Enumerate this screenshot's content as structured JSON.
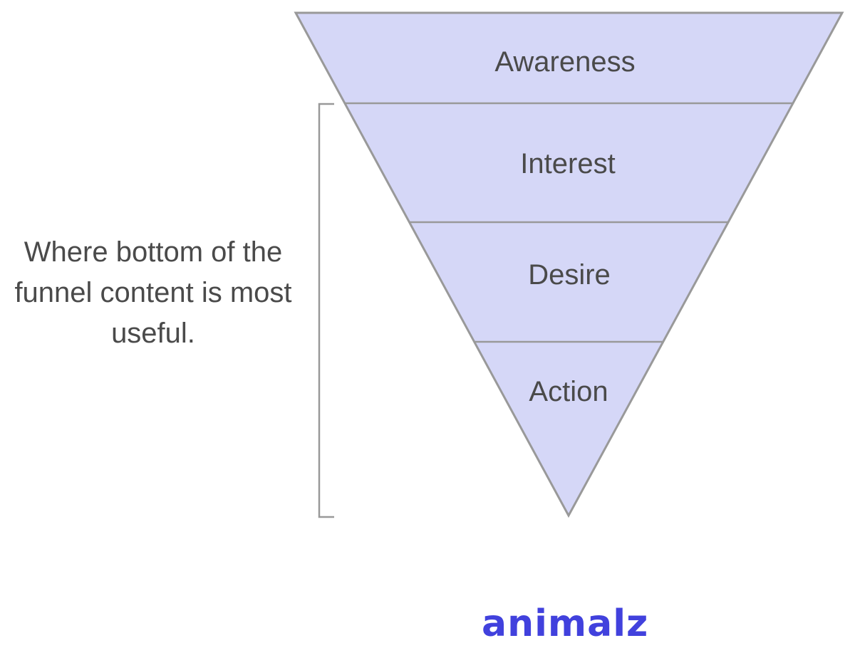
{
  "funnel": {
    "stages": [
      {
        "label": "Awareness"
      },
      {
        "label": "Interest"
      },
      {
        "label": "Desire"
      },
      {
        "label": "Action"
      }
    ],
    "fill_color": "#d5d7f7",
    "stroke_color": "#999999"
  },
  "annotation": {
    "text": "Where bottom of the funnel content is most useful."
  },
  "logo": {
    "text": "animalz",
    "color": "#4141dd"
  }
}
